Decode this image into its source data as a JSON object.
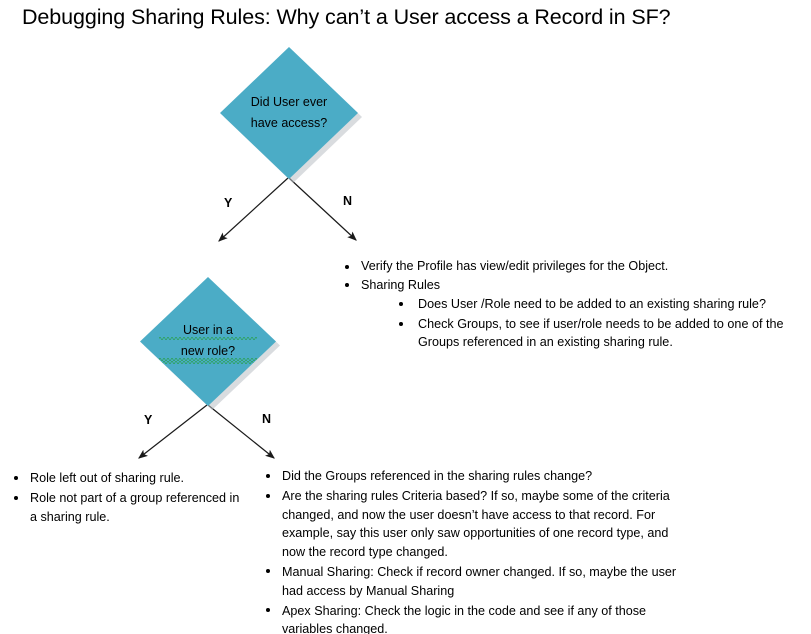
{
  "title": "Debugging Sharing Rules: Why can’t a User access a Record in SF?",
  "theme": {
    "diamond_fill": "#4BACC6",
    "diamond_shadow": "#b9bfc4",
    "background": "#ffffff",
    "text": "#000000",
    "spellcheck_underline": "#1a9a1a"
  },
  "nodes": [
    {
      "id": "decision-1",
      "shape": "diamond",
      "lines": [
        "Did User",
        "ever have",
        "access?"
      ],
      "text": "Did User ever have access?"
    },
    {
      "id": "decision-2",
      "shape": "diamond",
      "lines": [
        "User in a",
        "new role?"
      ],
      "text": "User in a new role?"
    }
  ],
  "branches": {
    "decision_1_yes": "Y",
    "decision_1_no": "N",
    "decision_2_yes": "Y",
    "decision_2_no": "N"
  },
  "top_right_bullets": [
    {
      "text": "Verify the Profile has view/edit privileges for the Object.",
      "children": []
    },
    {
      "text": "Sharing Rules",
      "children": [
        "Does User /Role need to be added to an existing sharing rule?",
        "Check Groups, to see if user/role needs to be added to one of the Groups referenced in an existing sharing rule."
      ]
    }
  ],
  "bottom_left_bullets": [
    "Role left out of sharing rule.",
    "Role not part of a group referenced in a sharing rule."
  ],
  "bottom_right_bullets": [
    "Did the Groups referenced in the sharing rules change?",
    "Are the sharing rules Criteria based? If so, maybe some of the criteria changed, and now the user doesn’t have access to that record. For example, say this user only saw opportunities of one record type, and now the record type changed.",
    "Manual Sharing: Check if record owner changed. If so, maybe the user had access by Manual Sharing",
    "Apex Sharing: Check the logic in the code and see if any of those variables changed."
  ]
}
